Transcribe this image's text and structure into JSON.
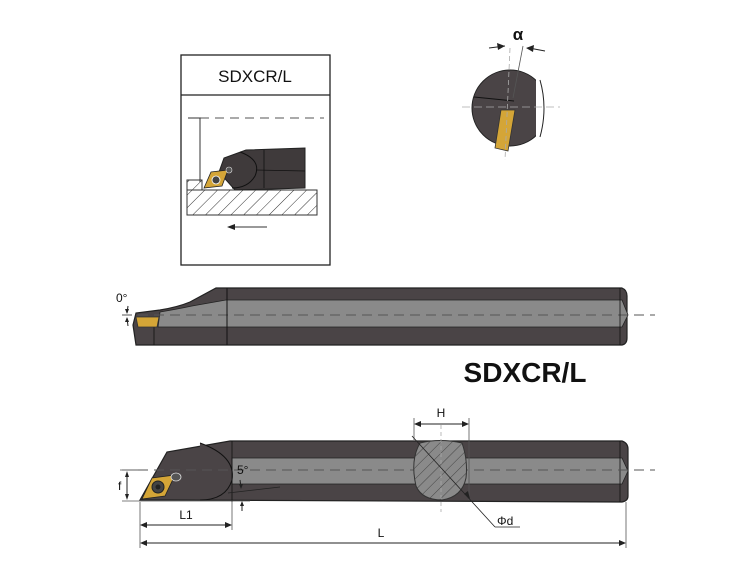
{
  "diagram": {
    "title": "SDXCR/L",
    "inset": {
      "title": "SDXCR/L",
      "feed_direction": "left-arrow"
    },
    "end_view": {
      "angle_label": "α"
    },
    "side_view": {
      "angle_label": "0°"
    },
    "top_view": {
      "angle_label": "5°",
      "dimensions": {
        "f": "f",
        "L1": "L1",
        "L": "L",
        "H": "H",
        "d": "Φd"
      }
    },
    "colors": {
      "body_dark": "#4a4446",
      "body_mid": "#8a8a8a",
      "insert": "#d4a537",
      "line": "#111111",
      "centerline": "#999999"
    }
  }
}
